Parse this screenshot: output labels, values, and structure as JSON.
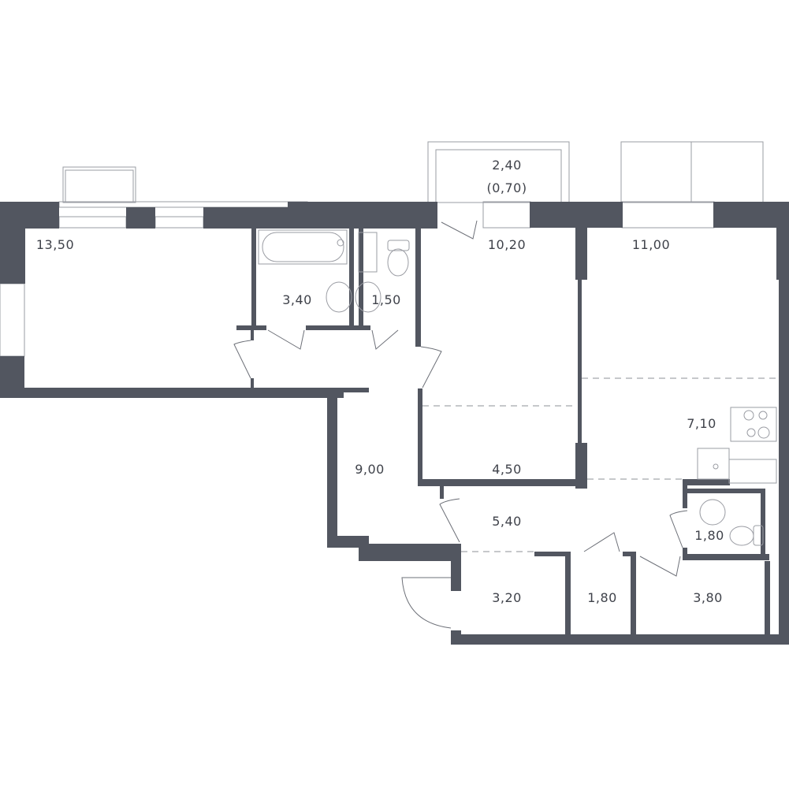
{
  "plan": {
    "wall_color": "#525660",
    "rooms": [
      {
        "id": "room-1",
        "area": "13,50"
      },
      {
        "id": "bathroom",
        "area": "3,40"
      },
      {
        "id": "wc",
        "area": "1,50"
      },
      {
        "id": "loggia",
        "area": "2,40",
        "area_reduced": "(0,70)"
      },
      {
        "id": "room-2",
        "area": "10,20"
      },
      {
        "id": "room-3",
        "area": "11,00"
      },
      {
        "id": "kitchen",
        "area": "7,10"
      },
      {
        "id": "hall",
        "area": "9,00"
      },
      {
        "id": "niche",
        "area": "4,50"
      },
      {
        "id": "corridor",
        "area": "5,40"
      },
      {
        "id": "bathroom-2",
        "area": "1,80"
      },
      {
        "id": "entrance",
        "area": "3,20"
      },
      {
        "id": "storage",
        "area": "1,80"
      },
      {
        "id": "wardrobe",
        "area": "3,80"
      }
    ]
  }
}
